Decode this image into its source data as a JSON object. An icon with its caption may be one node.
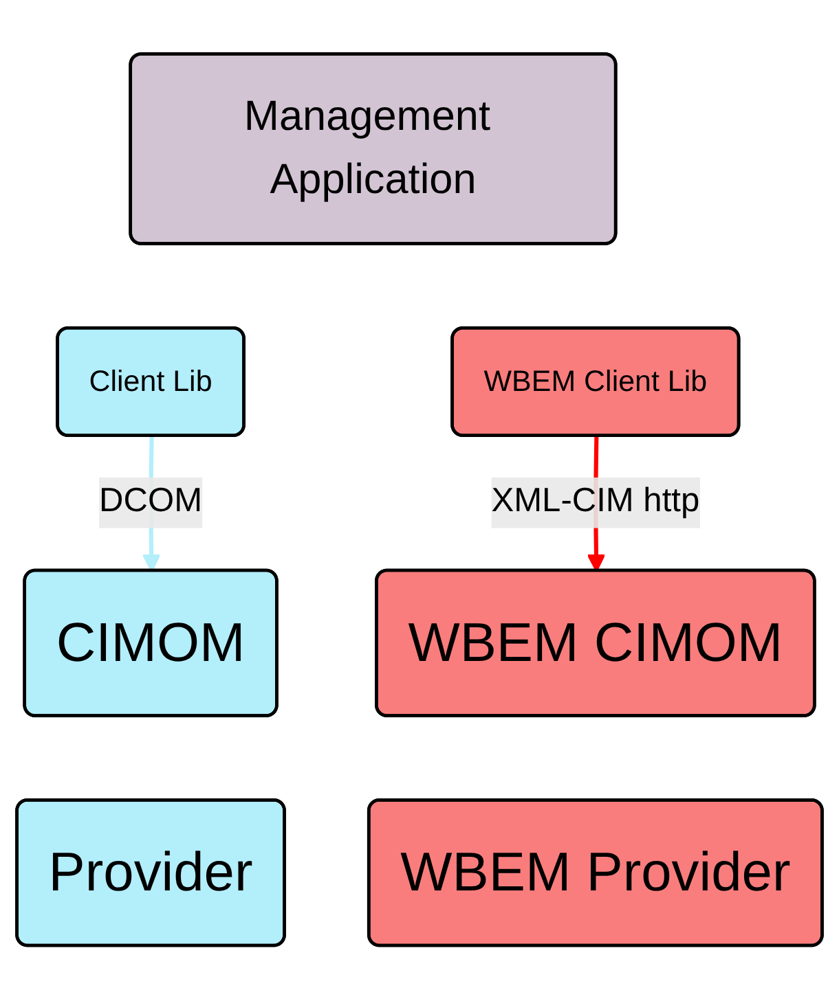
{
  "diagram": {
    "nodes": [
      {
        "text": [
          "Management Application"
        ]
      },
      {
        "text": [
          "Client Lib"
        ]
      },
      {
        "text": [
          "WBEM Client Lib"
        ]
      },
      {
        "text": [
          "CIMOM"
        ]
      },
      {
        "text": [
          "WBEM CIMOM"
        ]
      },
      {
        "text": [
          "Provider"
        ]
      },
      {
        "text": [
          "WBEM Provider"
        ]
      }
    ],
    "edges": [
      {
        "from": 1,
        "to": 3,
        "arrow": "to",
        "label": "DCOM",
        "color": "#b3eefb"
      },
      {
        "from": 2,
        "to": 4,
        "arrow": "to",
        "label": "XML-CIM http",
        "color": "#ff0000"
      }
    ]
  }
}
